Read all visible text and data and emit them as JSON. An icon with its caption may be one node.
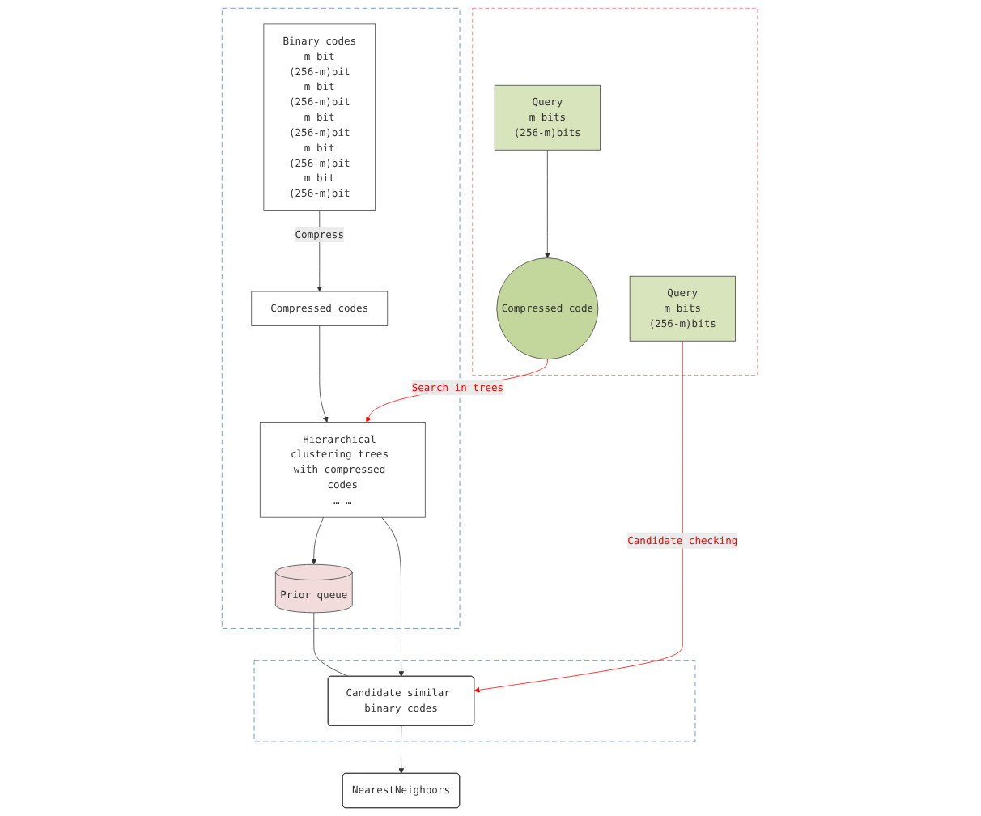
{
  "diagram": {
    "nodes": [
      {
        "text": [],
        "shape": "box"
      },
      {
        "text": [
          "Query",
          "m bits",
          "(256-m)bits"
        ],
        "in": 0
      },
      {
        "text": [
          "Compressed code"
        ],
        "in": 0
      },
      {
        "text": [
          "Query",
          "m bits",
          "(256-m)bits"
        ],
        "in": 0
      },
      {
        "text": [],
        "shape": "box"
      },
      {
        "text": [
          "Compressed codes"
        ],
        "in": 4
      },
      {
        "text": [
          "Binary codes",
          "m bit",
          "(256-m)bit",
          "m bit",
          "(256-m)bit",
          "m bit",
          "(256-m)bit",
          "m bit",
          "(256-m)bit",
          "m bit",
          "(256-m)bit"
        ],
        "in": 4
      },
      {
        "text": [
          "Hierarchical clustering trees with compressed codes",
          "… …"
        ],
        "in": 4
      },
      {
        "text": [
          "Prior queue"
        ],
        "in": 4
      },
      {
        "text": [],
        "shape": "box"
      },
      {
        "text": [
          "Candidate similar binary codes"
        ],
        "in": 9
      },
      {
        "text": [
          "NearestNeighbors"
        ]
      }
    ],
    "edges": [
      {
        "from": 1,
        "to": 2,
        "arrow": "to"
      },
      {
        "from": 2,
        "to": 7,
        "arrow": "to",
        "label": "Search in trees",
        "color": "#ff0000"
      },
      {
        "from": 6,
        "to": 5,
        "arrow": "to",
        "label": "Compress"
      },
      {
        "from": 5,
        "to": 7,
        "arrow": "to"
      },
      {
        "from": 7,
        "to": 8,
        "arrow": "to"
      },
      {
        "from": 7,
        "to": 10,
        "arrow": "to"
      },
      {
        "from": 8,
        "to": 10,
        "arrow": "none"
      },
      {
        "from": 3,
        "to": 10,
        "arrow": "to",
        "label": "Candidate checking",
        "color": "#ff0000"
      },
      {
        "from": 10,
        "to": 11,
        "arrow": "to"
      }
    ]
  }
}
